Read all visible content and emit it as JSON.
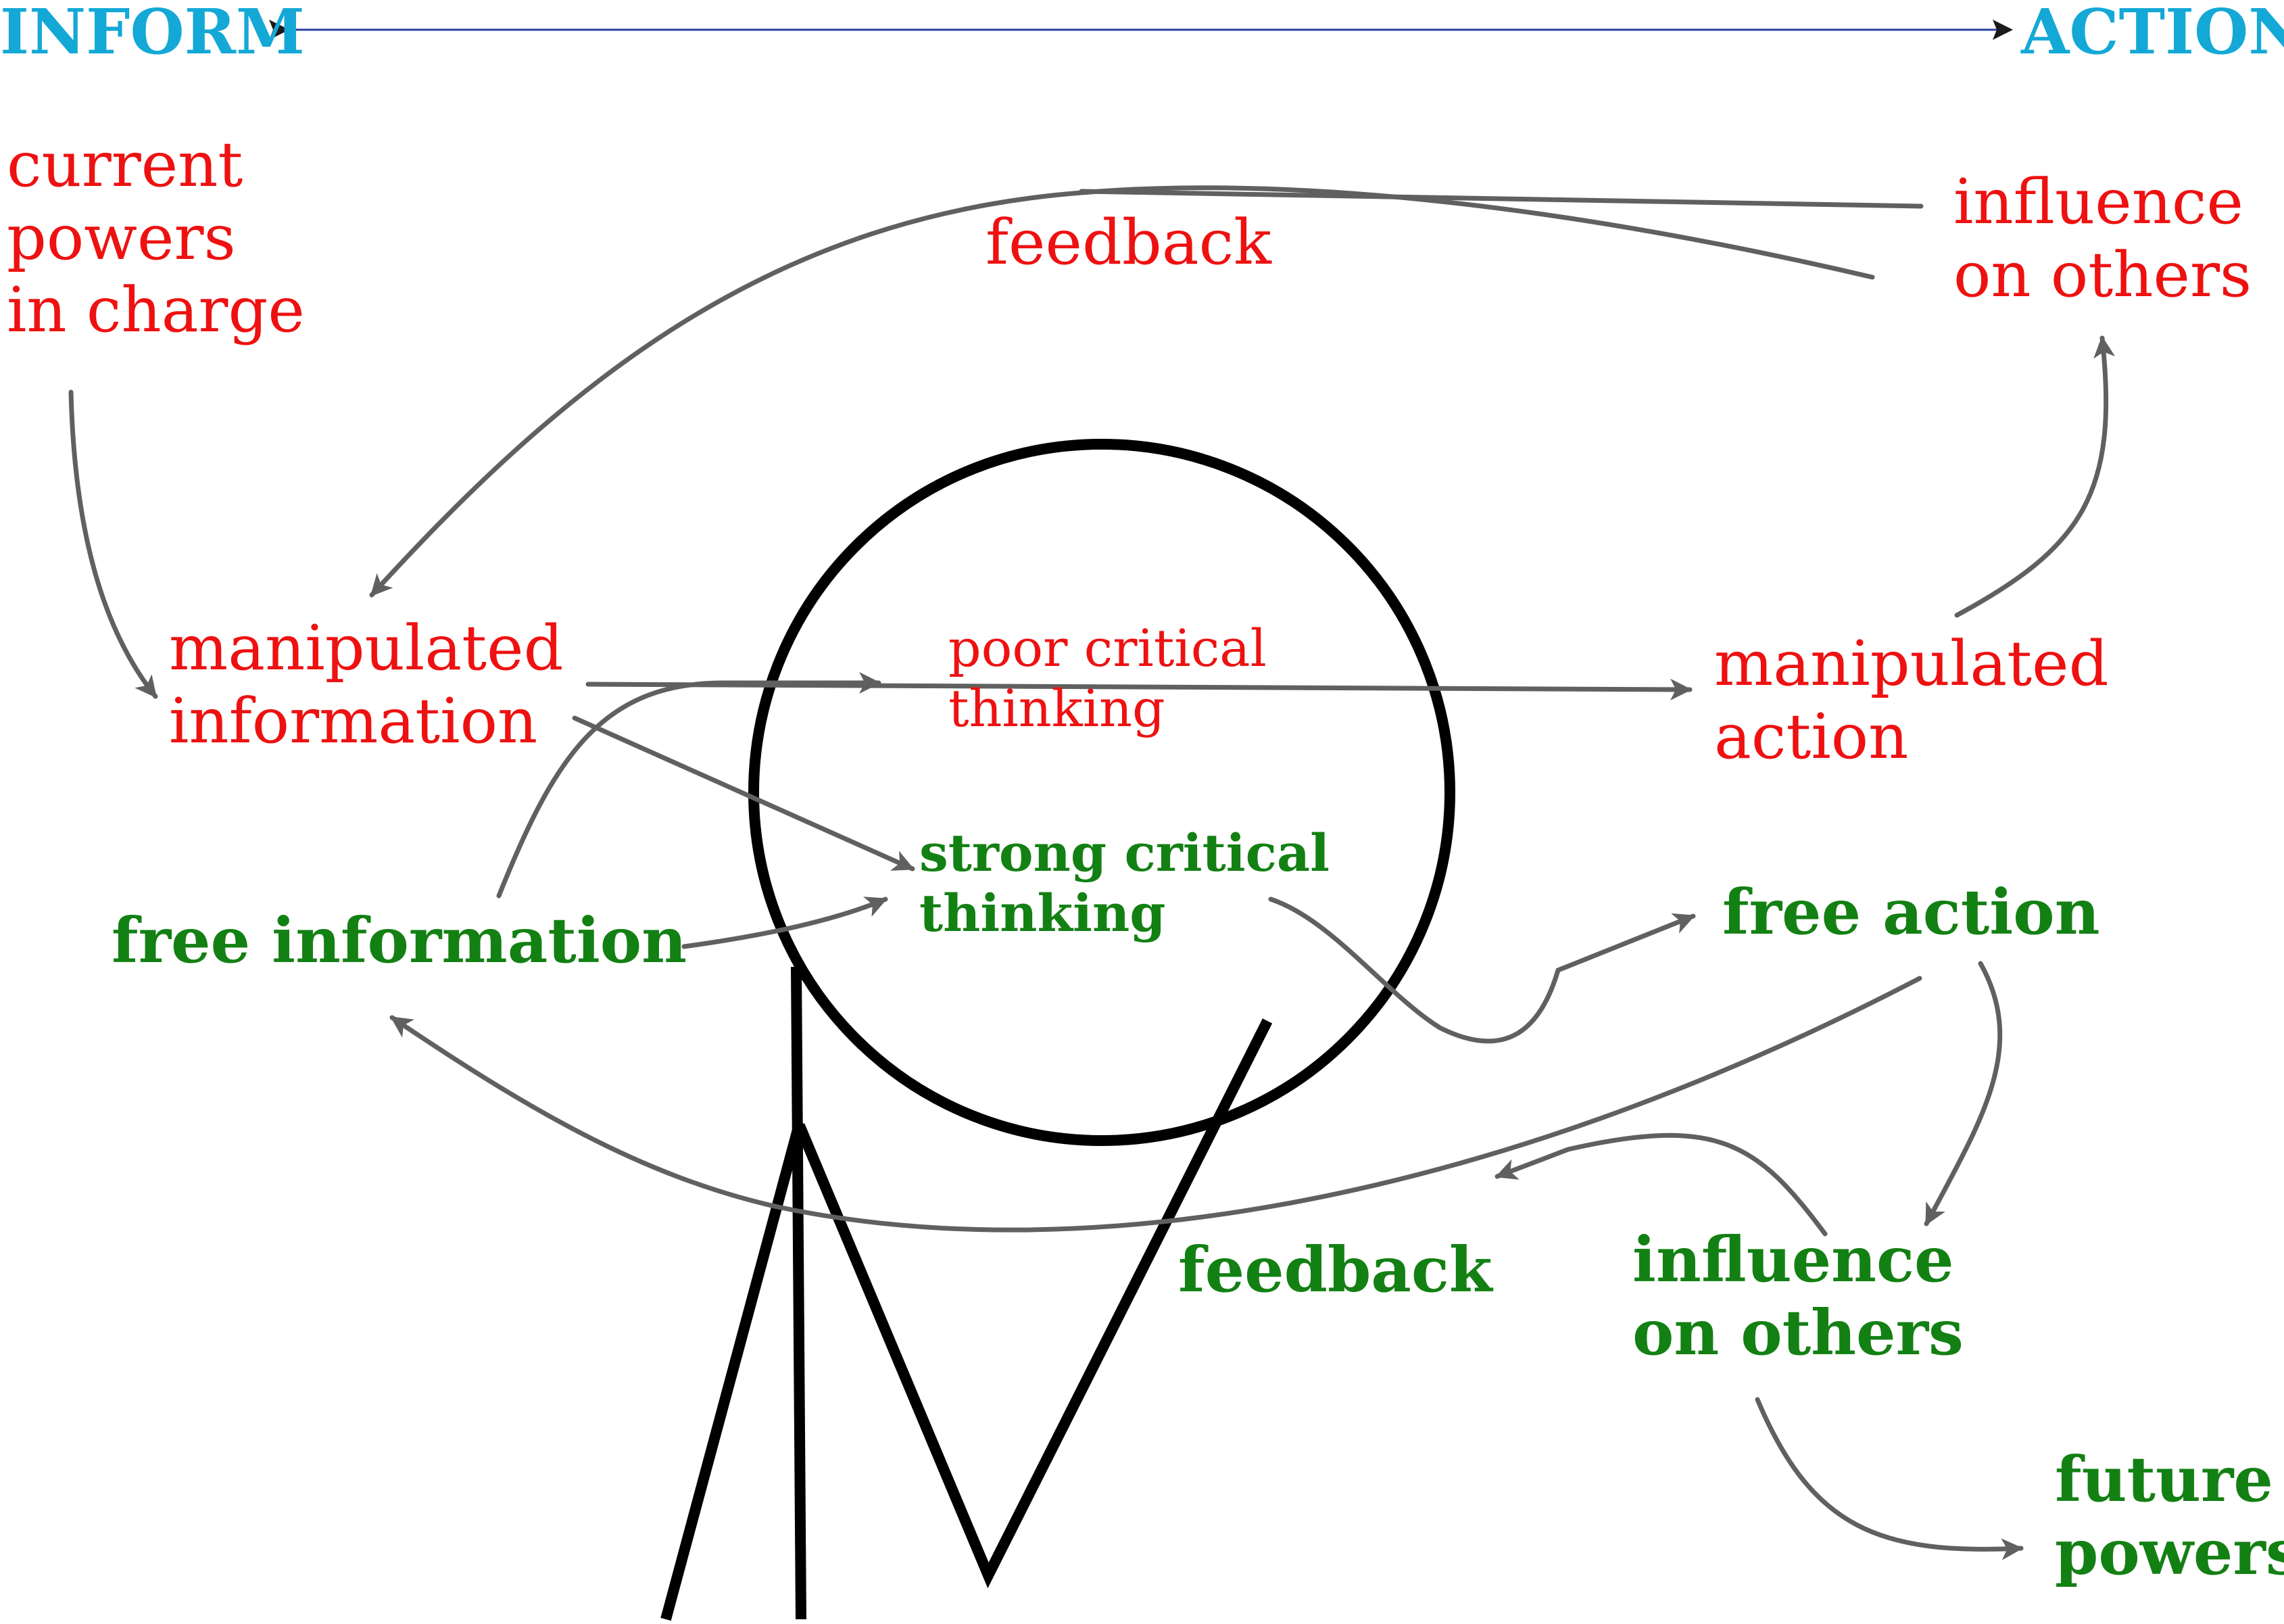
{
  "axis": {
    "left": "INFORM",
    "right": "ACTION"
  },
  "labels": {
    "current_powers": "current\npowers\nin charge",
    "feedback_top": "feedback",
    "influence_top": "influence\non others",
    "manipulated_info": "manipulated\ninformation",
    "poor_thinking": "poor critical\nthinking",
    "manipulated_action": "manipulated\naction",
    "strong_thinking": "strong critical\nthinking",
    "free_information": "free information",
    "free_action": "free action",
    "feedback_bottom": "feedback",
    "influence_bottom": "influence\non others",
    "future_powers": "future\npowers"
  },
  "colors": {
    "manipulated": "#ee1111",
    "free": "#138013",
    "axis": "#14a8d6",
    "axis_line": "#2a3fa0",
    "arrow": "#606060",
    "figure": "#000000"
  }
}
